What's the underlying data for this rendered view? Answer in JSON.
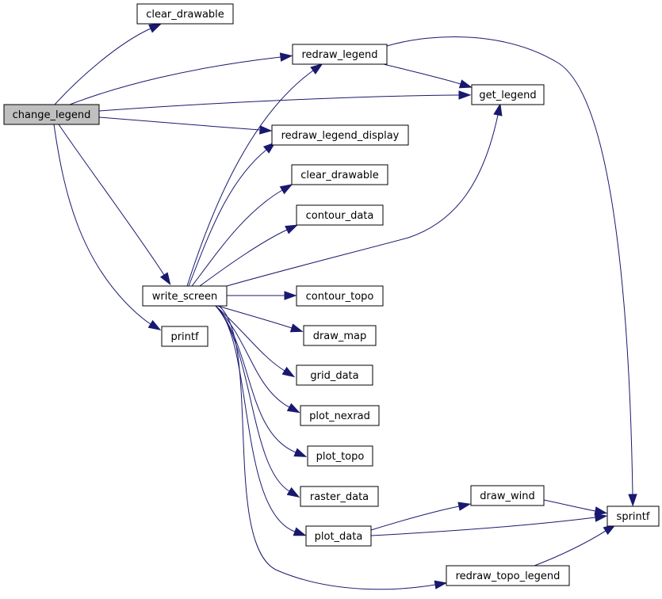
{
  "nodes": [
    {
      "id": "change_legend",
      "label": "change_legend",
      "root": true
    },
    {
      "id": "clear_drawable_a",
      "label": "clear_drawable"
    },
    {
      "id": "redraw_legend",
      "label": "redraw_legend"
    },
    {
      "id": "get_legend",
      "label": "get_legend"
    },
    {
      "id": "redraw_legend_display",
      "label": "redraw_legend_display"
    },
    {
      "id": "clear_drawable_b",
      "label": "clear_drawable"
    },
    {
      "id": "contour_data",
      "label": "contour_data"
    },
    {
      "id": "write_screen",
      "label": "write_screen"
    },
    {
      "id": "contour_topo",
      "label": "contour_topo"
    },
    {
      "id": "printf",
      "label": "printf"
    },
    {
      "id": "draw_map",
      "label": "draw_map"
    },
    {
      "id": "grid_data",
      "label": "grid_data"
    },
    {
      "id": "plot_nexrad",
      "label": "plot_nexrad"
    },
    {
      "id": "plot_topo",
      "label": "plot_topo"
    },
    {
      "id": "raster_data",
      "label": "raster_data"
    },
    {
      "id": "draw_wind",
      "label": "draw_wind"
    },
    {
      "id": "sprintf",
      "label": "sprintf"
    },
    {
      "id": "plot_data",
      "label": "plot_data"
    },
    {
      "id": "redraw_topo_legend",
      "label": "redraw_topo_legend"
    }
  ],
  "edges": [
    {
      "from": "change_legend",
      "to": "clear_drawable_a"
    },
    {
      "from": "change_legend",
      "to": "redraw_legend"
    },
    {
      "from": "change_legend",
      "to": "get_legend"
    },
    {
      "from": "change_legend",
      "to": "redraw_legend_display"
    },
    {
      "from": "change_legend",
      "to": "write_screen"
    },
    {
      "from": "change_legend",
      "to": "printf"
    },
    {
      "from": "redraw_legend",
      "to": "get_legend"
    },
    {
      "from": "redraw_legend",
      "to": "sprintf"
    },
    {
      "from": "write_screen",
      "to": "redraw_legend"
    },
    {
      "from": "write_screen",
      "to": "redraw_legend_display"
    },
    {
      "from": "write_screen",
      "to": "clear_drawable_b"
    },
    {
      "from": "write_screen",
      "to": "contour_data"
    },
    {
      "from": "write_screen",
      "to": "get_legend"
    },
    {
      "from": "write_screen",
      "to": "contour_topo"
    },
    {
      "from": "write_screen",
      "to": "draw_map"
    },
    {
      "from": "write_screen",
      "to": "grid_data"
    },
    {
      "from": "write_screen",
      "to": "plot_nexrad"
    },
    {
      "from": "write_screen",
      "to": "plot_topo"
    },
    {
      "from": "write_screen",
      "to": "raster_data"
    },
    {
      "from": "write_screen",
      "to": "plot_data"
    },
    {
      "from": "write_screen",
      "to": "redraw_topo_legend"
    },
    {
      "from": "plot_data",
      "to": "draw_wind"
    },
    {
      "from": "plot_data",
      "to": "sprintf"
    },
    {
      "from": "draw_wind",
      "to": "sprintf"
    },
    {
      "from": "redraw_topo_legend",
      "to": "sprintf"
    }
  ]
}
